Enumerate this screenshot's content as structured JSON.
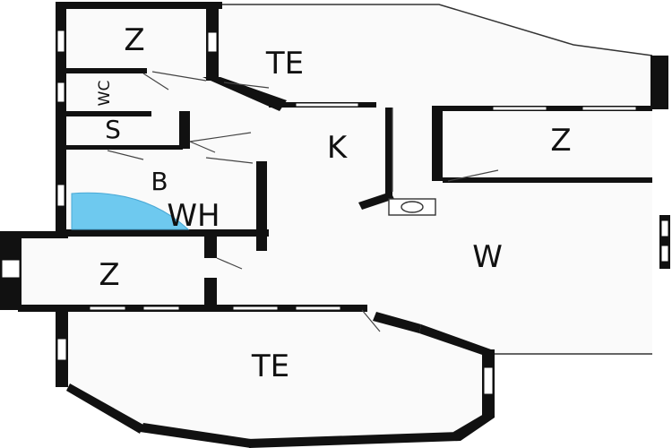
{
  "rooms": {
    "z_topleft": "Z",
    "te_top": "TE",
    "wc": "WC",
    "s": "S",
    "k": "K",
    "z_right": "Z",
    "b": "B",
    "wh": "WH",
    "w": "W",
    "z_left": "Z",
    "te_bottom": "TE"
  },
  "colors": {
    "wall": "#111111",
    "floor": "#ffffff",
    "fixture_water": "#6ec9ef",
    "thin_line": "#444444"
  }
}
